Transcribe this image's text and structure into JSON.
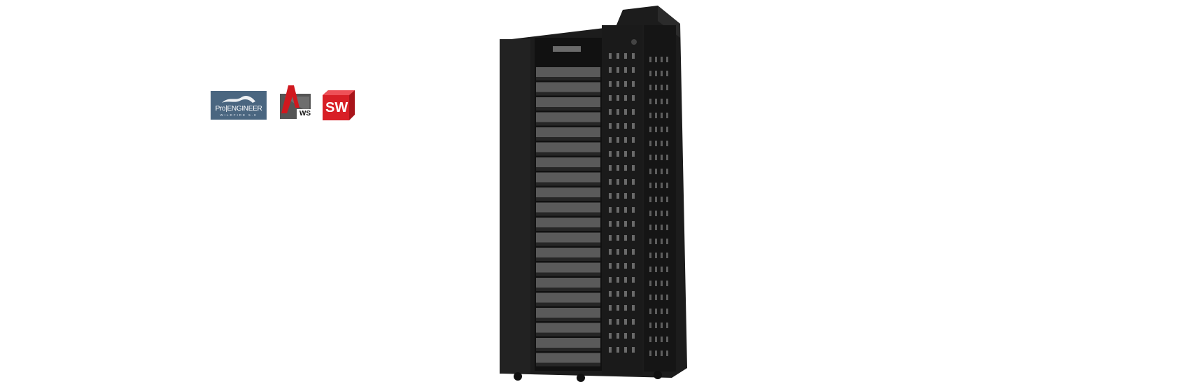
{
  "logos": [
    {
      "name": "Pro/ENGINEER",
      "text": "Pro|ENGINEER",
      "subtext": "WILDFIRE 5.0",
      "color": "#4a6680"
    },
    {
      "name": "AutoCAD WS",
      "text": "WS",
      "color": "#d0181e"
    },
    {
      "name": "SolidWorks",
      "text": "SW",
      "color": "#d81f26"
    }
  ],
  "product": {
    "name": "server-rack-cabinet",
    "color": "#1e1e1e"
  }
}
